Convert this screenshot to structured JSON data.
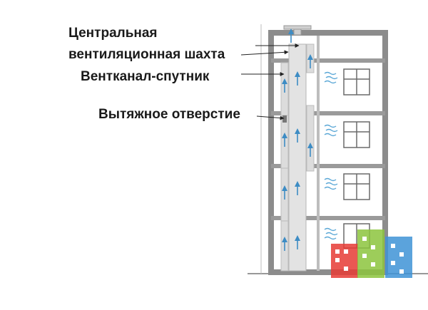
{
  "labels": {
    "central_shaft_line1": "Центральная",
    "central_shaft_line2": "вентиляционная шахта",
    "satellite_channel": "Вентканал-спутник",
    "exhaust_opening": "Вытяжное отверстие"
  },
  "colors": {
    "wall": "#8c8c8c",
    "shaft_fill": "#e3e3e3",
    "arrow": "#3d8cc4",
    "air_puffs": "#5aa7d6",
    "window_frame": "#6a6a6a",
    "label_text": "#1a1a1a",
    "logo_red": "#e63b35",
    "logo_green": "#8cc43d",
    "logo_blue": "#3e93d6"
  },
  "floors_count": 4,
  "logo": {
    "name": "building-blocks-logo",
    "watermark_text": "..."
  }
}
